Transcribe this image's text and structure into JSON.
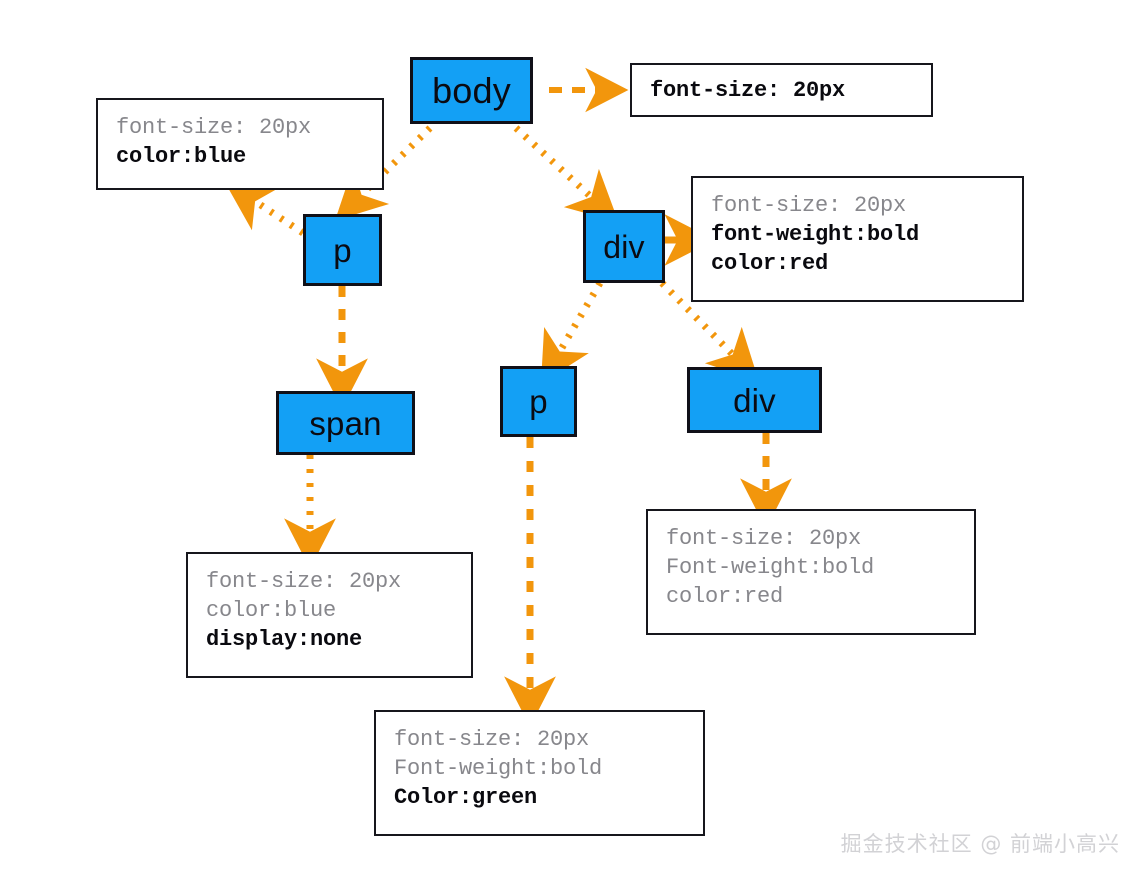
{
  "diagram": {
    "title": "CSS inheritance DOM tree",
    "accent_arrow_color": "#F2960C",
    "node_fill_color": "#13A0F5",
    "node_border_color": "#101018",
    "inherited_text_color": "#87878C",
    "declared_text_color": "#0A0A0F"
  },
  "nodes": [
    {
      "id": "body",
      "label": "body"
    },
    {
      "id": "p1",
      "label": "p"
    },
    {
      "id": "div1",
      "label": "div"
    },
    {
      "id": "span1",
      "label": "span"
    },
    {
      "id": "p2",
      "label": "p"
    },
    {
      "id": "div2",
      "label": "div"
    }
  ],
  "boxes": [
    {
      "id": "body-style",
      "lines": [
        {
          "text": "font-size: 20px",
          "style": "declared"
        }
      ]
    },
    {
      "id": "p1-style",
      "lines": [
        {
          "text": "font-size: 20px",
          "style": "inherited"
        },
        {
          "text": "color:blue",
          "style": "declared"
        }
      ]
    },
    {
      "id": "div1-style",
      "lines": [
        {
          "text": "font-size: 20px",
          "style": "inherited"
        },
        {
          "text": "font-weight:bold",
          "style": "declared"
        },
        {
          "text": "color:red",
          "style": "declared"
        }
      ]
    },
    {
      "id": "span1-style",
      "lines": [
        {
          "text": "font-size: 20px",
          "style": "inherited"
        },
        {
          "text": "color:blue",
          "style": "inherited"
        },
        {
          "text": "display:none",
          "style": "declared"
        }
      ]
    },
    {
      "id": "p2-style",
      "lines": [
        {
          "text": "font-size: 20px",
          "style": "inherited"
        },
        {
          "text": "Font-weight:bold",
          "style": "inherited"
        },
        {
          "text": "Color:green",
          "style": "declared"
        }
      ]
    },
    {
      "id": "div2-style",
      "lines": [
        {
          "text": "font-size: 20px",
          "style": "inherited"
        },
        {
          "text": "Font-weight:bold",
          "style": "inherited"
        },
        {
          "text": "color:red",
          "style": "inherited"
        }
      ]
    }
  ],
  "watermark": {
    "text": "掘金技术社区 @ 前端小高兴"
  }
}
